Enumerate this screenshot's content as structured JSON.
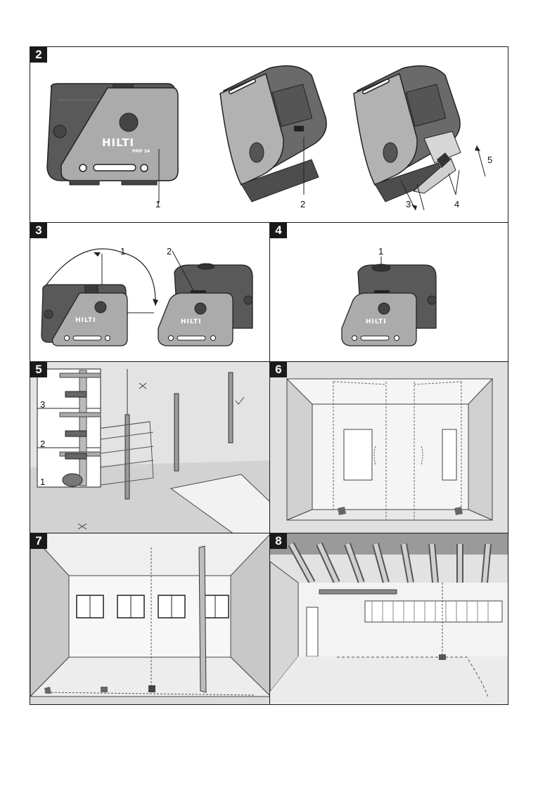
{
  "figures": {
    "fig2": {
      "number": "2",
      "callouts": [
        "1",
        "2",
        "3",
        "4",
        "5"
      ]
    },
    "fig3": {
      "number": "3",
      "callouts": [
        "1",
        "2"
      ]
    },
    "fig4": {
      "number": "4",
      "callouts": [
        "1"
      ]
    },
    "fig5": {
      "number": "5",
      "steps": [
        "3",
        "2",
        "1"
      ]
    },
    "fig6": {
      "number": "6"
    },
    "fig7": {
      "number": "7"
    },
    "fig8": {
      "number": "8"
    }
  },
  "device": {
    "brand": "HILTI",
    "model": "PMP 34"
  },
  "colors": {
    "frame": "#1a1a1a",
    "device_dark": "#555555",
    "device_light": "#a6a6a6",
    "floor": "#d9d9d9"
  }
}
